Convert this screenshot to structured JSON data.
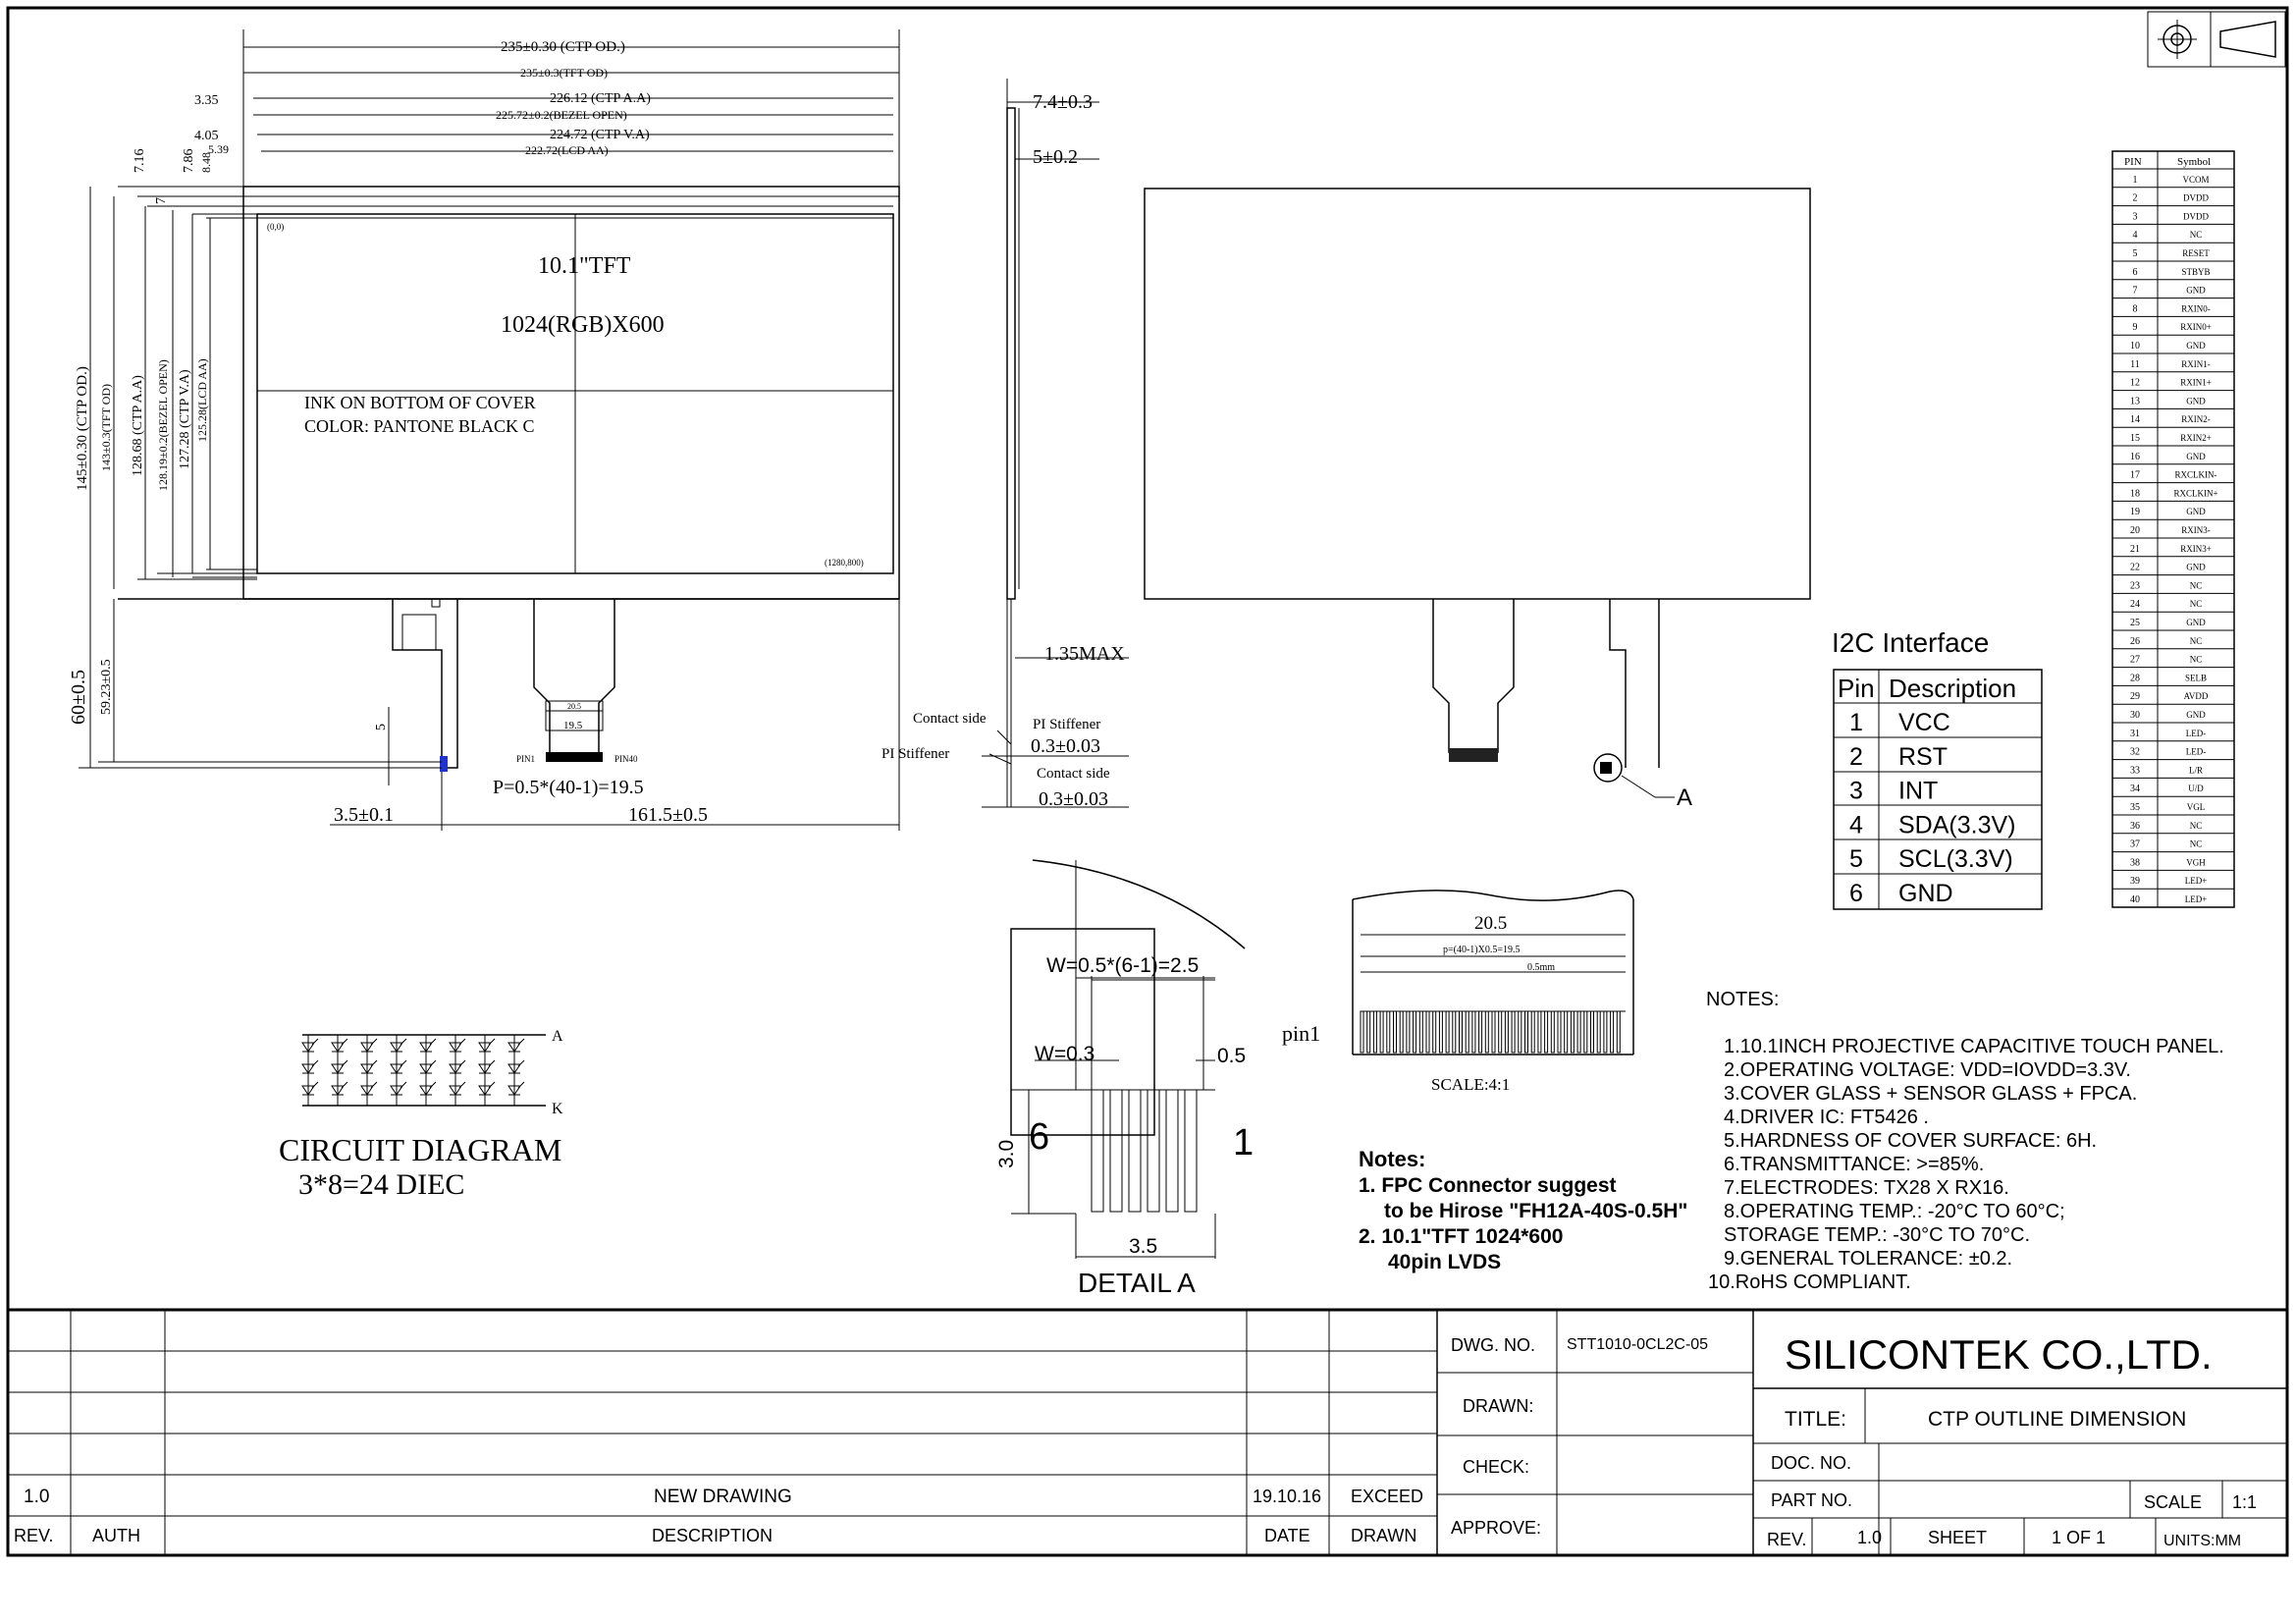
{
  "top_view": {
    "dims_top": [
      "235±0.30 (CTP OD.)",
      "235±0.3(TFT OD)",
      "226.12 (CTP A.A)",
      "225.72±0.2(BEZEL OPEN)",
      "224.72 (CTP V.A)",
      "222.72(LCD AA)"
    ],
    "dims_left_small": [
      "3.35",
      "4.05",
      "5.39"
    ],
    "dims_top_small": [
      "7.16",
      "7.86",
      "7",
      "8.48"
    ],
    "dims_vertical": [
      "145±0.30 (CTP OD.)",
      "143±0.3(TFT OD)",
      "128.68 (CTP A.A)",
      "128.19±0.2(BEZEL OPEN)",
      "127.28 (CTP V.A)",
      "125.28(LCD AA)"
    ],
    "origin": "(0,0)",
    "end_coord": "(1280,800)",
    "panel_title": "10.1\"TFT",
    "resolution": "1024(RGB)X600",
    "ink_note_1": "INK ON BOTTOM OF COVER",
    "ink_note_2": "COLOR: PANTONE BLACK C",
    "fpc_height": "60±0.5",
    "fpc_height2": "59.23±0.5",
    "dim_5": "5",
    "fpc_w1": "20.5",
    "fpc_w2": "19.5",
    "pin1": "PIN1",
    "pin40": "PIN40",
    "pitch": "P=0.5*(40-1)=19.5",
    "offset_left": "3.5±0.1",
    "offset_161": "161.5±0.5"
  },
  "side_view": {
    "d1": "7.4±0.3",
    "d2": "5±0.2",
    "d3": "1.35MAX",
    "contact_side_1": "Contact side",
    "pi_stiffener_1": "PI Stiffener",
    "pi_stiffener_2": "PI Stiffener",
    "contact_side_2": "Contact side",
    "d4": "0.3±0.03",
    "d5": "0.3±0.03"
  },
  "rear_view": {
    "label_a": "A"
  },
  "i2c": {
    "title": "I2C Interface",
    "header_pin": "Pin",
    "header_desc": "Description",
    "rows": [
      {
        "pin": "1",
        "desc": "VCC"
      },
      {
        "pin": "2",
        "desc": "RST"
      },
      {
        "pin": "3",
        "desc": "INT"
      },
      {
        "pin": "4",
        "desc": "SDA(3.3V)"
      },
      {
        "pin": "5",
        "desc": "SCL(3.3V)"
      },
      {
        "pin": "6",
        "desc": "GND"
      }
    ]
  },
  "pin_table": {
    "header_pin": "PIN",
    "header_symbol": "Symbol",
    "rows": [
      {
        "pin": "1",
        "sym": "VCOM"
      },
      {
        "pin": "2",
        "sym": "DVDD"
      },
      {
        "pin": "3",
        "sym": "DVDD"
      },
      {
        "pin": "4",
        "sym": "NC"
      },
      {
        "pin": "5",
        "sym": "RESET"
      },
      {
        "pin": "6",
        "sym": "STBYB"
      },
      {
        "pin": "7",
        "sym": "GND"
      },
      {
        "pin": "8",
        "sym": "RXIN0-"
      },
      {
        "pin": "9",
        "sym": "RXIN0+"
      },
      {
        "pin": "10",
        "sym": "GND"
      },
      {
        "pin": "11",
        "sym": "RXIN1-"
      },
      {
        "pin": "12",
        "sym": "RXIN1+"
      },
      {
        "pin": "13",
        "sym": "GND"
      },
      {
        "pin": "14",
        "sym": "RXIN2-"
      },
      {
        "pin": "15",
        "sym": "RXIN2+"
      },
      {
        "pin": "16",
        "sym": "GND"
      },
      {
        "pin": "17",
        "sym": "RXCLKIN-"
      },
      {
        "pin": "18",
        "sym": "RXCLKIN+"
      },
      {
        "pin": "19",
        "sym": "GND"
      },
      {
        "pin": "20",
        "sym": "RXIN3-"
      },
      {
        "pin": "21",
        "sym": "RXIN3+"
      },
      {
        "pin": "22",
        "sym": "GND"
      },
      {
        "pin": "23",
        "sym": "NC"
      },
      {
        "pin": "24",
        "sym": "NC"
      },
      {
        "pin": "25",
        "sym": "GND"
      },
      {
        "pin": "26",
        "sym": "NC"
      },
      {
        "pin": "27",
        "sym": "NC"
      },
      {
        "pin": "28",
        "sym": "SELB"
      },
      {
        "pin": "29",
        "sym": "AVDD"
      },
      {
        "pin": "30",
        "sym": "GND"
      },
      {
        "pin": "31",
        "sym": "LED-"
      },
      {
        "pin": "32",
        "sym": "LED-"
      },
      {
        "pin": "33",
        "sym": "L/R"
      },
      {
        "pin": "34",
        "sym": "U/D"
      },
      {
        "pin": "35",
        "sym": "VGL"
      },
      {
        "pin": "36",
        "sym": "NC"
      },
      {
        "pin": "37",
        "sym": "NC"
      },
      {
        "pin": "38",
        "sym": "VGH"
      },
      {
        "pin": "39",
        "sym": "LED+"
      },
      {
        "pin": "40",
        "sym": "LED+"
      }
    ]
  },
  "circuit": {
    "node_a": "A",
    "node_k": "K",
    "title": "CIRCUIT  DIAGRAM",
    "subtitle": "3*8=24  DIEC"
  },
  "detail_a": {
    "w_total": "W=0.5*(6-1)=2.5",
    "w_pin": "W=0.3",
    "pitch": "0.5",
    "height": "3.0",
    "pin6": "6",
    "pin1": "1",
    "width": "3.5",
    "title": "DETAIL  A"
  },
  "fpc_detail": {
    "w1": "20.5",
    "w2": "p=(40-1)X0.5=19.5",
    "w3": "0.5mm",
    "pin1": "pin1",
    "scale": "SCALE:4:1"
  },
  "notes_bold": {
    "title": "Notes:",
    "l1": "1. FPC Connector suggest",
    "l2": "to be Hirose \"FH12A-40S-0.5H\"",
    "l3": "2. 10.1\"TFT 1024*600",
    "l4": "40pin LVDS"
  },
  "notes": {
    "title": "NOTES:",
    "lines": [
      "1.10.1INCH PROJECTIVE CAPACITIVE TOUCH PANEL.",
      "2.OPERATING VOLTAGE: VDD=IOVDD=3.3V.",
      "3.COVER GLASS + SENSOR GLASS + FPCA.",
      "4.DRIVER IC: FT5426 .",
      "5.HARDNESS OF COVER SURFACE: 6H.",
      "6.TRANSMITTANCE: >=85%.",
      "7.ELECTRODES: TX28 X RX16.",
      "8.OPERATING TEMP.: -20°C TO 60°C;",
      " STORAGE TEMP.: -30°C TO 70°C.",
      "9.GENERAL TOLERANCE: ±0.2.",
      "10.RoHS COMPLIANT."
    ]
  },
  "title_block": {
    "rev_value": "1.0",
    "rev_desc": "NEW DRAWING",
    "rev_date": "19.10.16",
    "rev_drawn": "EXCEED",
    "h_rev": "REV.",
    "h_auth": "AUTH",
    "h_desc": "DESCRIPTION",
    "h_date": "DATE",
    "h_drawn": "DRAWN",
    "dwg_no_label": "DWG. NO.",
    "dwg_no": "STT1010-0CL2C-05",
    "drawn_label": "DRAWN:",
    "check_label": "CHECK:",
    "approve_label": "APPROVE:",
    "company": "SILICONTEK CO.,LTD.",
    "title_label": "TITLE:",
    "title": "CTP OUTLINE DIMENSION",
    "doc_no_label": "DOC. NO.",
    "part_no_label": "PART NO.",
    "scale_label": "SCALE",
    "scale": "1:1",
    "rev_label": "REV.",
    "rev": "1.0",
    "sheet_label": "SHEET",
    "sheet": "1 OF 1",
    "units": "UNITS:MM"
  }
}
